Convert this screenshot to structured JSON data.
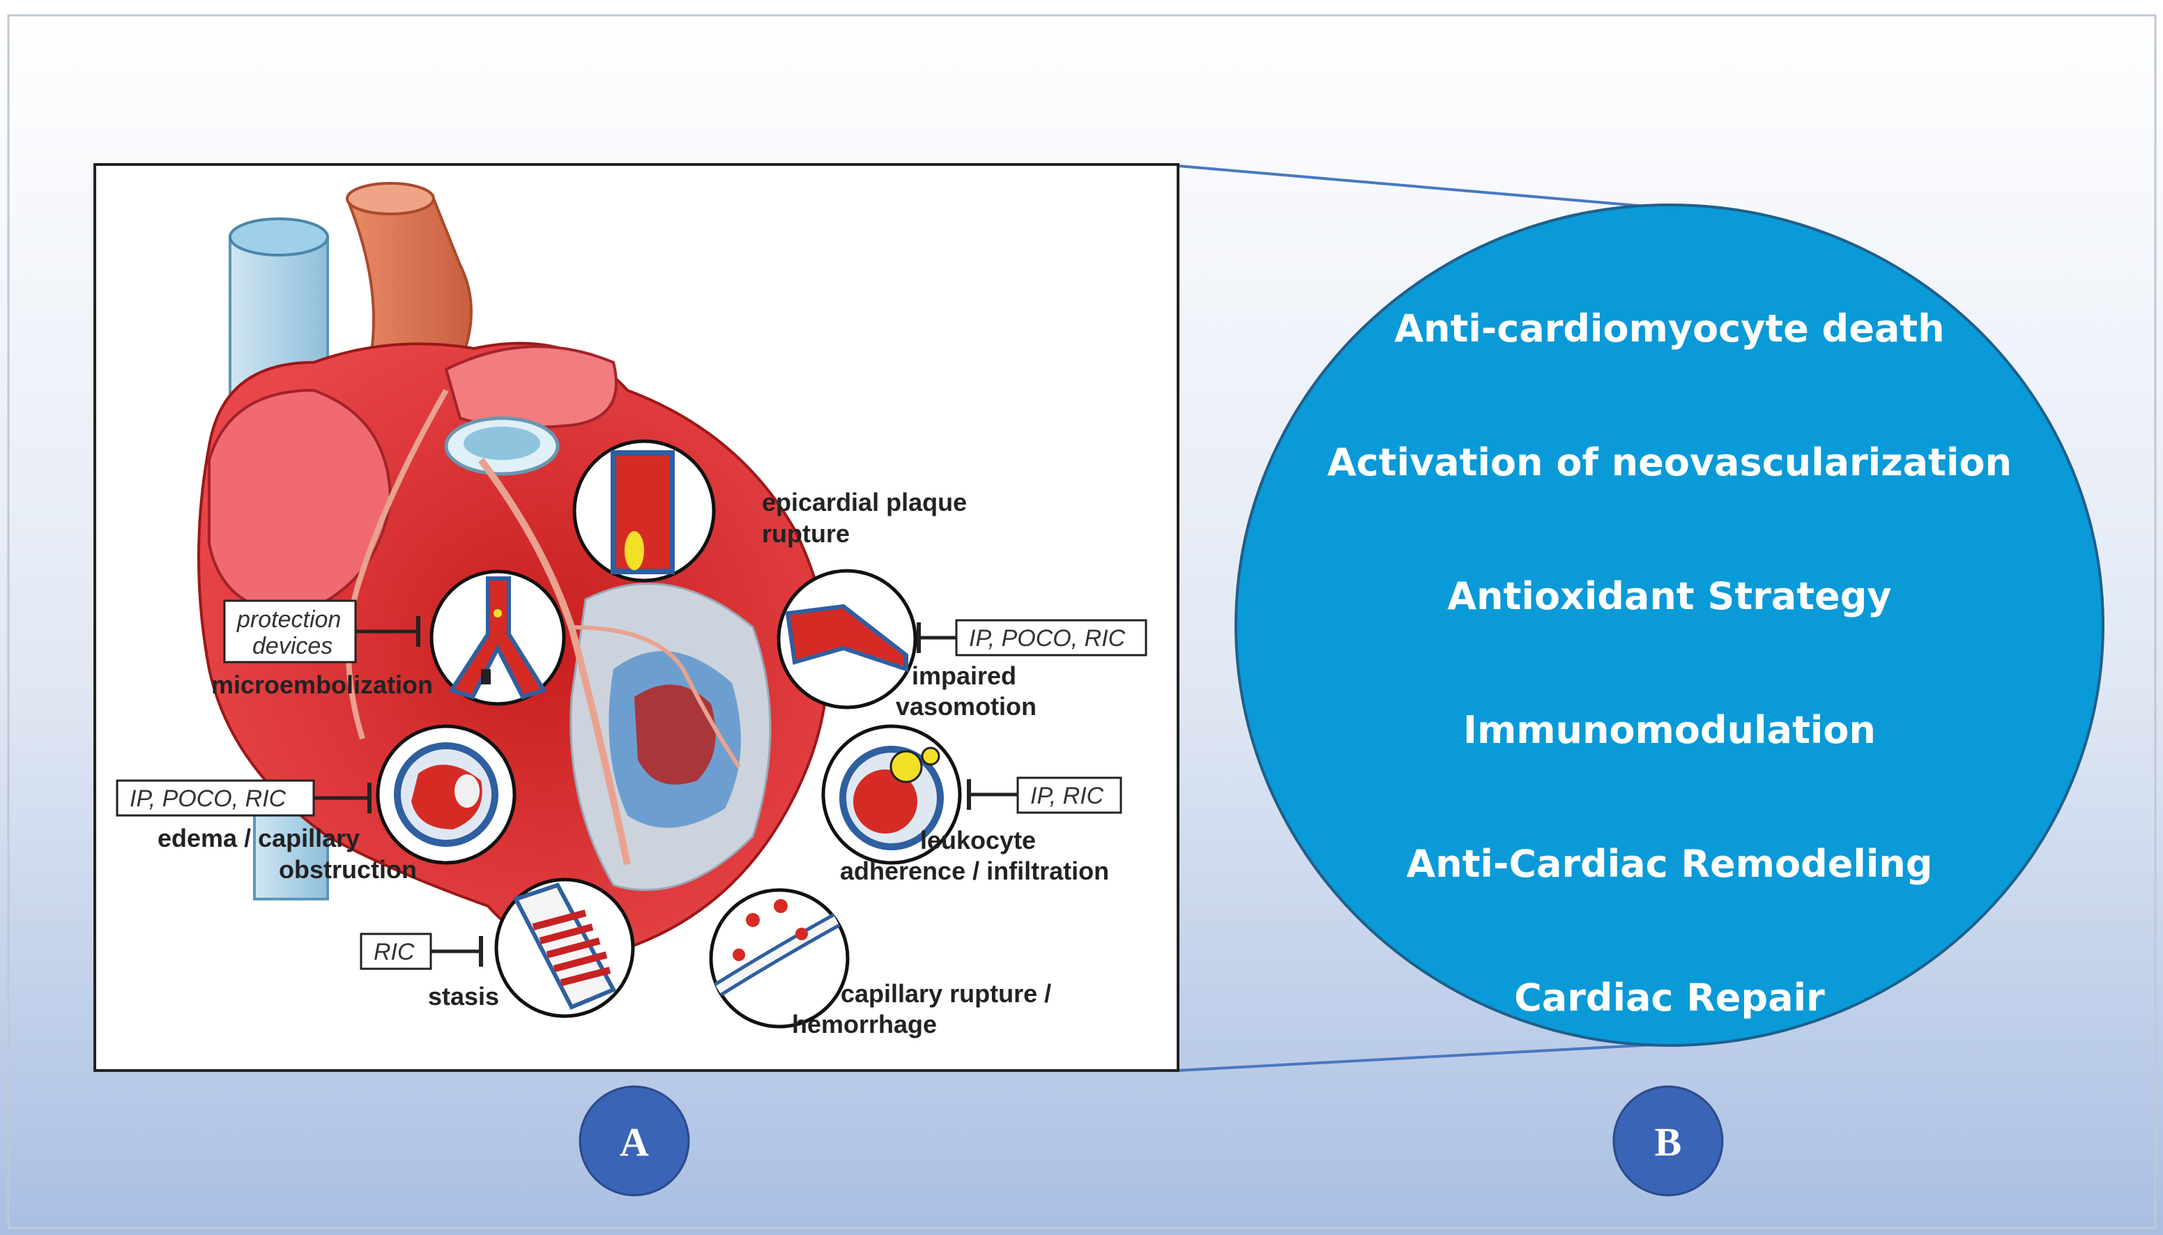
{
  "panel_a": {
    "labels": {
      "epicardial": [
        "epicardial plaque",
        "rupture"
      ],
      "vasomotion": [
        "impaired",
        "vasomotion"
      ],
      "leukocyte": [
        "leukocyte",
        "adherence / infiltration"
      ],
      "hemorrhage": [
        "capillary rupture /",
        "hemorrhage"
      ],
      "stasis": "stasis",
      "edema": [
        "edema / capillary",
        "obstruction"
      ],
      "microembolization": "microembolization"
    },
    "interventions": {
      "protection": [
        "protection",
        "devices"
      ],
      "vasomotion": "IP, POCO, RIC",
      "edema": "IP, POCO, RIC",
      "leukocyte": "IP, RIC",
      "stasis": "RIC"
    }
  },
  "panel_b": {
    "items": [
      "Anti-cardiomyocyte death",
      "Activation of neovascularization",
      "Antioxidant Strategy",
      "Immunomodulation",
      "Anti-Cardiac Remodeling",
      "Cardiac Repair"
    ]
  },
  "badges": {
    "a": "A",
    "b": "B"
  },
  "colors": {
    "circle_fill": "#0a9ad8",
    "badge_fill": "#3a64b5",
    "background_top": "#ffffff",
    "background_bottom": "#a9bfe2",
    "heart_red": "#d8302c",
    "vessel_blue": "#2f5fa0"
  }
}
